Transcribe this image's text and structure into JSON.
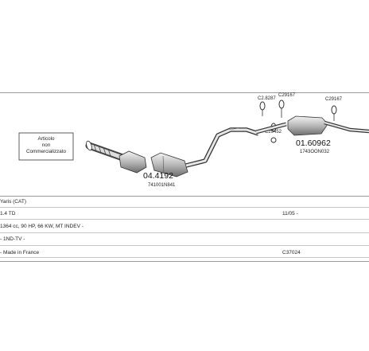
{
  "diagram": {
    "note_box": [
      "Articolo",
      "non",
      "Commercializzato"
    ],
    "parts": [
      {
        "number": "04.4192",
        "subcode": "741001N841"
      },
      {
        "number": "01.60962",
        "subcode": "1743OON032"
      }
    ],
    "clamps": [
      "C2.8287",
      "C29167",
      "C29167",
      "C29452"
    ]
  },
  "rows": [
    {
      "left": "Yaris (CAT)",
      "right": ""
    },
    {
      "left": "1.4 TD",
      "right": "11/05 -"
    },
    {
      "left": "1364 cc, 90 HP, 66 KW, MT INDEV -",
      "right": ""
    },
    {
      "left": "- 1ND-TV -",
      "right": ""
    },
    {
      "left": "- Made in France",
      "right": "C37024"
    }
  ]
}
